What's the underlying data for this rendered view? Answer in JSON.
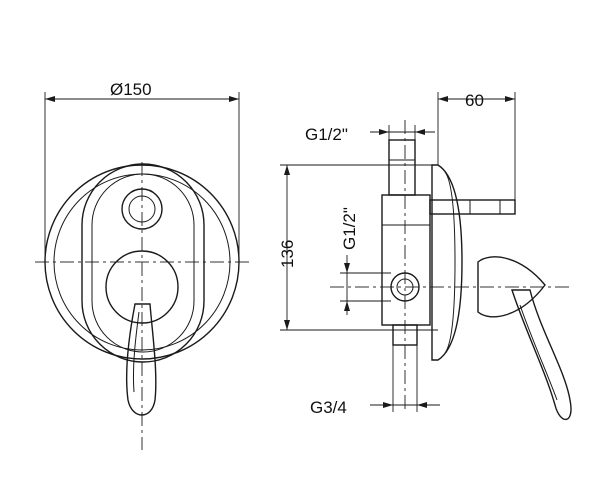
{
  "labels": {
    "diameter": "Ø150",
    "depth": "60",
    "inlet_top": "G1/2\"",
    "inlet_side": "G1/2\"",
    "height": "136",
    "outlet": "G3/4"
  }
}
